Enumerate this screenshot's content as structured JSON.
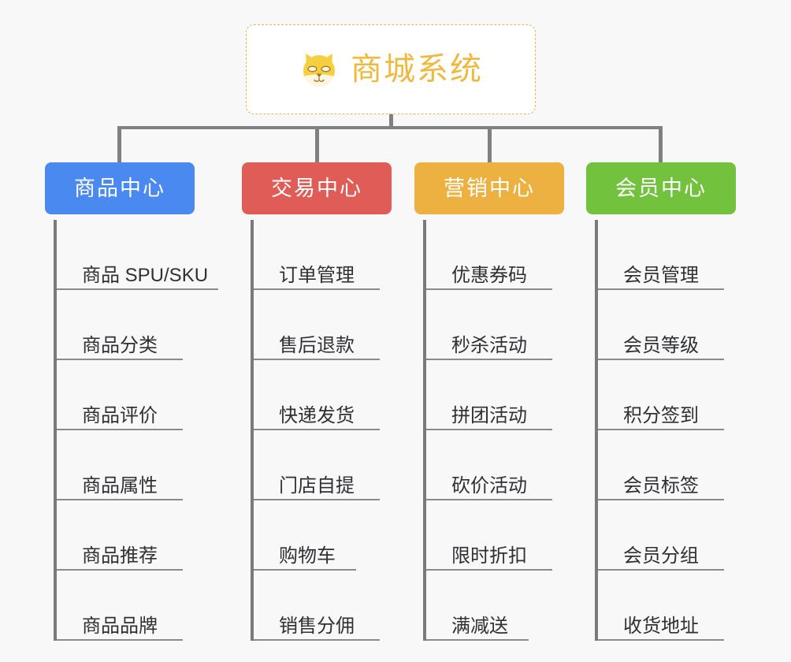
{
  "background_color": "#f8f8f8",
  "root": {
    "title": "商城系统",
    "icon": "shiba-inu-face-icon",
    "title_color": "#efb93f",
    "border_color": "#e8b548"
  },
  "connector_color": "#808080",
  "columns": [
    {
      "id": "product-center",
      "label": "商品中心",
      "color": "#4a89f0",
      "items": [
        {
          "label": "商品 SPU/SKU",
          "width": "wide"
        },
        {
          "label": "商品分类",
          "width": "normal"
        },
        {
          "label": "商品评价",
          "width": "normal"
        },
        {
          "label": "商品属性",
          "width": "normal"
        },
        {
          "label": "商品推荐",
          "width": "normal"
        },
        {
          "label": "商品品牌",
          "width": "normal"
        }
      ]
    },
    {
      "id": "trade-center",
      "label": "交易中心",
      "color": "#e05c56",
      "items": [
        {
          "label": "订单管理",
          "width": "normal"
        },
        {
          "label": "售后退款",
          "width": "normal"
        },
        {
          "label": "快递发货",
          "width": "normal"
        },
        {
          "label": "门店自提",
          "width": "normal"
        },
        {
          "label": "购物车",
          "width": "narrow"
        },
        {
          "label": "销售分佣",
          "width": "normal"
        }
      ]
    },
    {
      "id": "marketing-center",
      "label": "营销中心",
      "color": "#edb141",
      "items": [
        {
          "label": "优惠券码",
          "width": "normal"
        },
        {
          "label": "秒杀活动",
          "width": "normal"
        },
        {
          "label": "拼团活动",
          "width": "normal"
        },
        {
          "label": "砍价活动",
          "width": "normal"
        },
        {
          "label": "限时折扣",
          "width": "normal"
        },
        {
          "label": "满减送",
          "width": "narrow"
        }
      ]
    },
    {
      "id": "member-center",
      "label": "会员中心",
      "color": "#72c23e",
      "items": [
        {
          "label": "会员管理",
          "width": "normal"
        },
        {
          "label": "会员等级",
          "width": "normal"
        },
        {
          "label": "积分签到",
          "width": "normal"
        },
        {
          "label": "会员标签",
          "width": "normal"
        },
        {
          "label": "会员分组",
          "width": "normal"
        },
        {
          "label": "收货地址",
          "width": "normal"
        }
      ]
    }
  ]
}
